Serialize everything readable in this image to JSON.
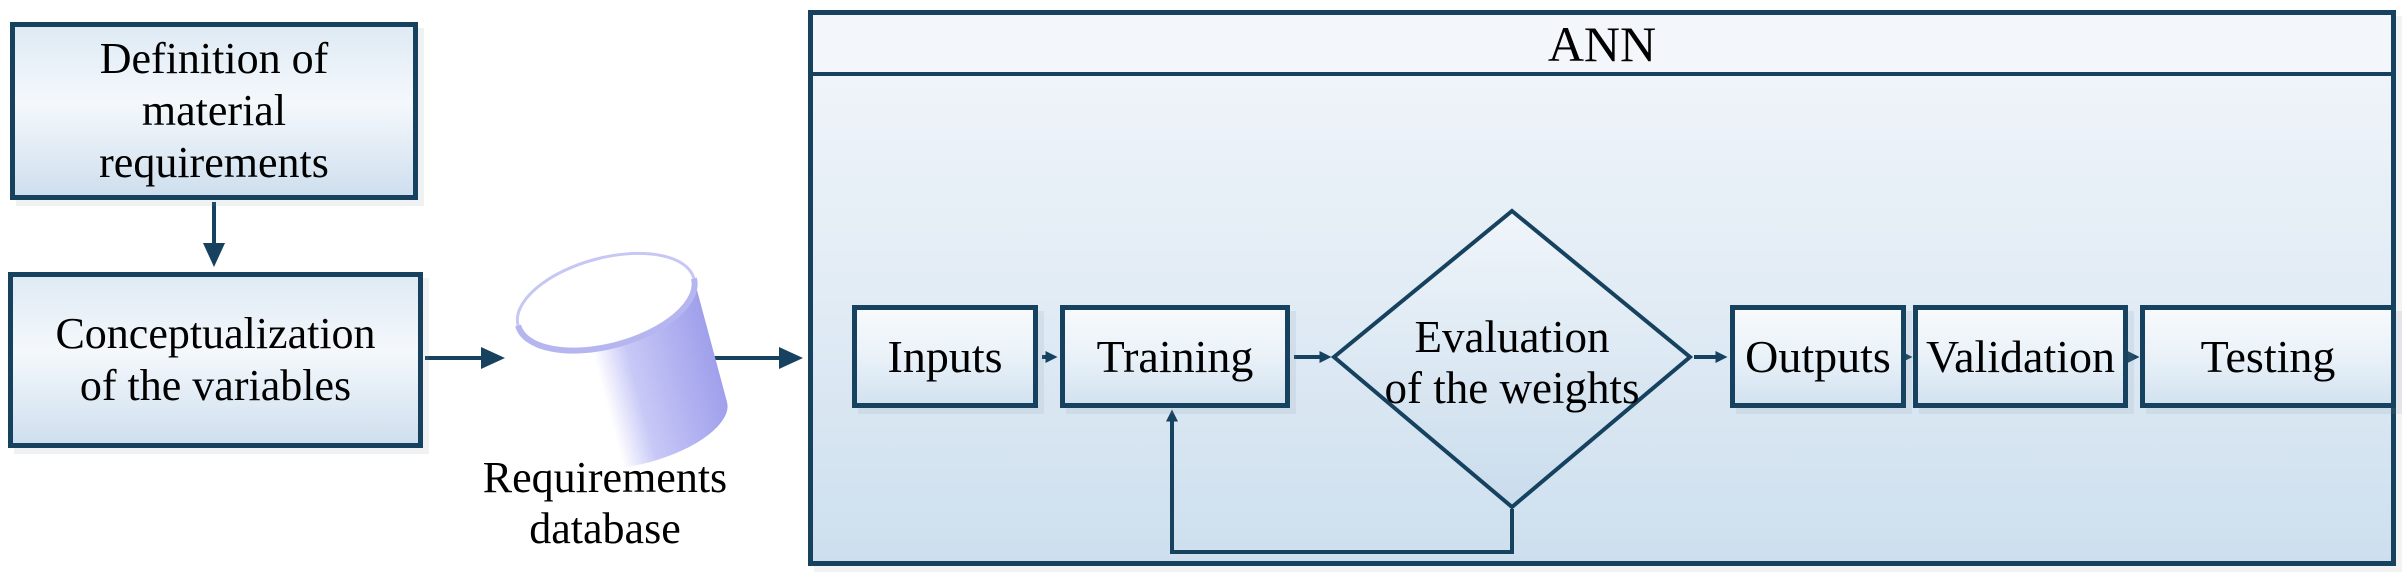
{
  "diagram": {
    "ann_title": "ANN",
    "nodes": {
      "definition": "Definition of\nmaterial\nrequirements",
      "conceptualization": "Conceptualization\nof the variables",
      "database": "Requirements\ndatabase",
      "inputs": "Inputs",
      "training": "Training",
      "evaluation": "Evaluation\nof the weights",
      "outputs": "Outputs",
      "validation": "Validation",
      "testing": "Testing"
    },
    "edges": [
      {
        "from": "definition",
        "to": "conceptualization"
      },
      {
        "from": "conceptualization",
        "to": "database"
      },
      {
        "from": "database",
        "to": "ann"
      },
      {
        "from": "inputs",
        "to": "training"
      },
      {
        "from": "training",
        "to": "evaluation"
      },
      {
        "from": "evaluation",
        "to": "outputs"
      },
      {
        "from": "outputs",
        "to": "validation"
      },
      {
        "from": "validation",
        "to": "testing"
      },
      {
        "from": "evaluation",
        "to": "training",
        "type": "feedback"
      }
    ],
    "colors": {
      "outline": "#16425f",
      "node_fill_top": "#f7fafc",
      "node_fill_bottom": "#d2e2f0",
      "panel_fill_top": "#f2f6fa",
      "panel_fill_bottom": "#cddfee",
      "cylinder_lavender": "#a3a3ee",
      "text": "#000000"
    }
  }
}
